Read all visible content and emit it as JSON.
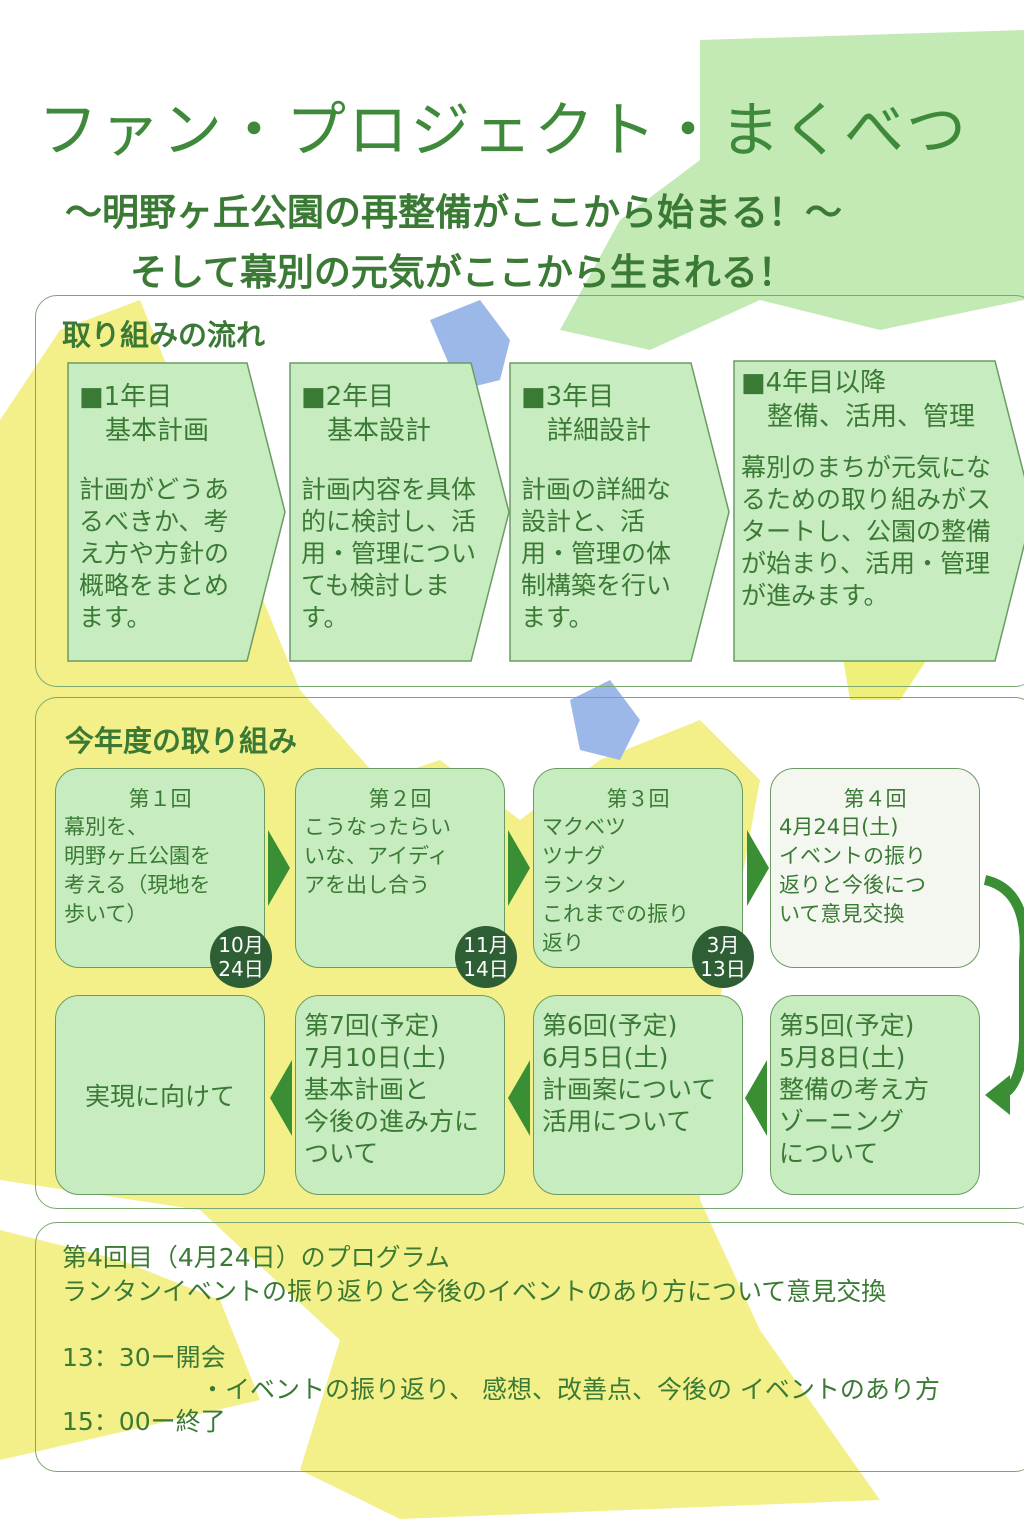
{
  "title": "ファン・プロジェクト・まくべつ",
  "subtitle1": "～明野ヶ丘公園の再整備がここから始まる！～",
  "subtitle2": "そして幕別の元気がここから生まれる！",
  "flow": {
    "heading": "取り組みの流れ",
    "steps": [
      {
        "head": "■1年目\n　基本計画",
        "body": "計画がどうあるべきか、考え方や方針の概略をまとめます。"
      },
      {
        "head": "■2年目\n　基本設計",
        "body": "計画内容を具体的に検討し、活用・管理についても検討します。"
      },
      {
        "head": "■3年目\n　詳細設計",
        "body": "計画の詳細な設計と、活用・管理の体制構築を行います。"
      },
      {
        "head": "■4年目以降\n　整備、活用、管理",
        "body": "幕別のまちが元気になるための取り組みがスタートし、公園の整備が始まり、活用・管理が進みます。"
      }
    ]
  },
  "this_year": {
    "heading": "今年度の取り組み",
    "sessions": [
      {
        "no": "第１回",
        "body": "幕別を、\n明野ヶ丘公園を\n考える（現地を\n歩いて）",
        "date": [
          "10月",
          "24日"
        ]
      },
      {
        "no": "第２回",
        "body": "こうなったらい\nいな、アイディ\nアを出し合う",
        "date": [
          "11月",
          "14日"
        ]
      },
      {
        "no": "第３回",
        "body": "マクベツ\nツナグ\nランタン\nこれまでの振り\n返り",
        "date": [
          "3月",
          "13日"
        ]
      },
      {
        "no": "第４回",
        "body": "4月24日(土)\nイベントの振り\n返りと今後につ\nいて意見交換"
      },
      {
        "body": "第5回(予定)\n5月8日(土)\n整備の考え方\nゾーニング\nについて"
      },
      {
        "body": "第6回(予定)\n6月5日(土)\n計画案について\n活用について"
      },
      {
        "body": "第7回(予定)\n7月10日(土)\n基本計画と\n今後の進み方に\nついて"
      },
      {
        "body": "実現に向けて"
      }
    ]
  },
  "program": {
    "heading": "第4回目（4月24日）のプログラム",
    "description": "ランタンイベントの振り返りと今後のイベントのあり方について意見交換",
    "open": "13：30ー開会",
    "agenda": "・イベントの振り返り、 感想、改善点、今後の イベントのあり方",
    "close": "15：00ー終了"
  },
  "colors": {
    "green": "#3a7a35",
    "card": "#c7ecbf",
    "yellow": "#f3f08a",
    "blob": "#b9e6a9",
    "badge": "#2e5e34"
  }
}
